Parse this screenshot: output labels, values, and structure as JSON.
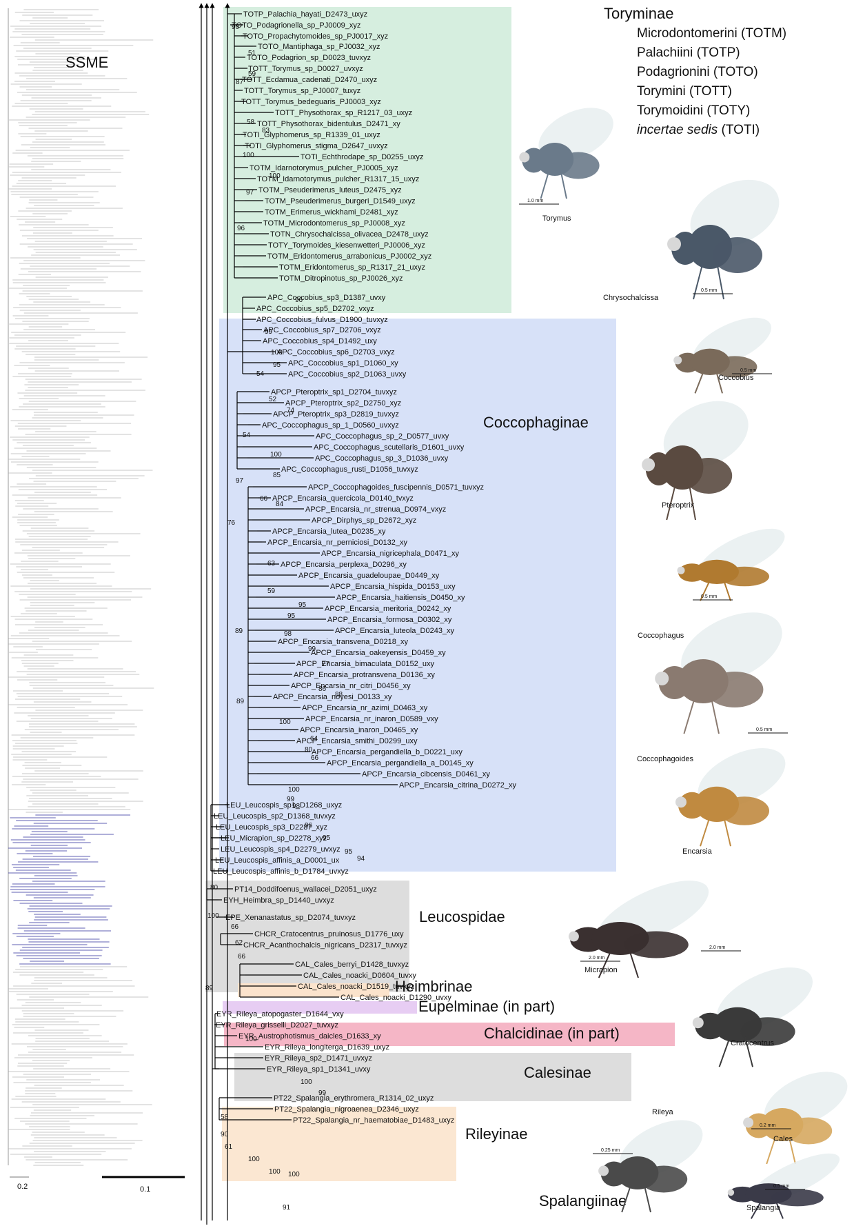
{
  "overview": {
    "label": "SSME",
    "scale_label": "0.2"
  },
  "tree": {
    "scale_label": "0.1"
  },
  "legend": {
    "heading": "Toryminae",
    "tribes": [
      "Microdontomerini (TOTM)",
      "Palachiini (TOTP)",
      "Podagrionini (TOTO)",
      "Torymini (TOTT)",
      "Torymoidini (TOTY)"
    ],
    "incertae_italic": "incertae sedis",
    "incertae_code": " (TOTI)"
  },
  "colors": {
    "toryminae_box": "#d6eedf",
    "coccophaginae_box": "#d7e1f8",
    "gray_box": "#dddddd",
    "heimbrinae_box": "#fbe3cc",
    "eupelminae_box": "#e7cdf3",
    "chalcidinae_box": "#f5b6c6",
    "rileyinae_box": "#fbe7d2",
    "overview_highlight": "#2a2a9a"
  },
  "clades": [
    "Coccophaginae",
    "Leucospidae",
    "Heimbrinae",
    "Eupelminae (in part)",
    "Chalcidinae (in part)",
    "Calesinae",
    "Rileyinae",
    "Spalangiinae"
  ],
  "photos": [
    "Torymus",
    "Chrysochalcissa",
    "Coccobius",
    "Pteroptrix",
    "Coccophagus",
    "Coccophagoides",
    "Encarsia",
    "Micrapion",
    "Cratocentrus",
    "Rileya",
    "Cales",
    "Spalangia"
  ],
  "photo_scales": [
    "1.0 mm",
    "0.5 mm",
    "0.5 mm",
    "0.5 mm",
    "0.5 mm",
    "2.0 mm",
    "2.0 mm",
    "0.25 mm",
    "0.2 mm",
    "0.5 mm"
  ],
  "tips": [
    "TOTP_Palachia_hayati_D2473_uxyz",
    "TOTO_Podagrionella_sp_PJ0009_xyz",
    "TOTO_Propachytomoides_sp_PJ0017_xyz",
    "TOTO_Mantiphaga_sp_PJ0032_xyz",
    "TOTO_Podagrion_sp_D0023_tuvxyz",
    "TOTT_Torymus_sp_D0027_uvxyz",
    "TOTT_Ecdamua_cadenati_D2470_uxyz",
    "TOTT_Torymus_sp_PJ0007_tuxyz",
    "TOTT_Torymus_bedeguaris_PJ0003_xyz",
    "TOTT_Physothorax_sp_R1217_03_uxyz",
    "TOTT_Physothorax_bidentulus_D2471_xy",
    "TOTI_Glyphomerus_sp_R1339_01_uxyz",
    "TOTI_Glyphomerus_stigma_D2647_uvxyz",
    "TOTI_Echthrodape_sp_D0255_uxyz",
    "TOTM_Idarnotorymus_pulcher_PJ0005_xyz",
    "TOTM_Idarnotorymus_pulcher_R1317_15_uxyz",
    "TOTM_Pseuderimerus_luteus_D2475_xyz",
    "TOTM_Pseuderimerus_burgeri_D1549_uxyz",
    "TOTM_Erimerus_wickhami_D2481_xyz",
    "TOTM_Microdontomerus_sp_PJ0008_xyz",
    "TOTN_Chrysochalcissa_olivacea_D2478_uxyz",
    "TOTY_Torymoides_kiesenwetteri_PJ0006_xyz",
    "TOTM_Eridontomerus_arrabonicus_PJ0002_xyz",
    "TOTM_Eridontomerus_sp_R1317_21_uxyz",
    "TOTM_Ditropinotus_sp_PJ0026_xyz",
    "APC_Coccobius_sp3_D1387_uvxy",
    "APC_Coccobius_sp5_D2702_vxyz",
    "APC_Coccobius_fulvus_D1900_tuvxyz",
    "APC_Coccobius_sp7_D2706_vxyz",
    "APC_Coccobius_sp4_D1492_uxy",
    "APC_Coccobius_sp6_D2703_vxyz",
    "APC_Coccobius_sp1_D1060_xy",
    "APC_Coccobius_sp2_D1063_uvxy",
    "APCP_Pteroptrix_sp1_D2704_tuvxyz",
    "APCP_Pteroptrix_sp2_D2750_xyz",
    "APCP_Pteroptrix_sp3_D2819_tuvxyz",
    "APC_Coccophagus_sp_1_D0560_uvxyz",
    "APC_Coccophagus_sp_2_D0577_uvxy",
    "APC_Coccophagus_scutellaris_D1601_uvxy",
    "APC_Coccophagus_sp_3_D1036_uvxy",
    "APC_Coccophagus_rusti_D1056_tuvxyz",
    "APCP_Coccophagoides_fuscipennis_D0571_tuvxyz",
    "APCP_Encarsia_quercicola_D0140_tvxyz",
    "APCP_Encarsia_nr_strenua_D0974_vxyz",
    "APCP_Dirphys_sp_D2672_xyz",
    "APCP_Encarsia_lutea_D0235_xy",
    "APCP_Encarsia_nr_perniciosi_D0132_xy",
    "APCP_Encarsia_nigricephala_D0471_xy",
    "APCP_Encarsia_perplexa_D0296_xy",
    "APCP_Encarsia_guadeloupae_D0449_xy",
    "APCP_Encarsia_hispida_D0153_uxy",
    "APCP_Encarsia_haitiensis_D0450_xy",
    "APCP_Encarsia_meritoria_D0242_xy",
    "APCP_Encarsia_formosa_D0302_xy",
    "APCP_Encarsia_luteola_D0243_xy",
    "APCP_Encarsia_transvena_D0218_xy",
    "APCP_Encarsia_oakeyensis_D0459_xy",
    "APCP_Encarsia_bimaculata_D0152_uxy",
    "APCP_Encarsia_protransvena_D0136_xy",
    "APCP_Encarsia_nr_citri_D0456_xy",
    "APCP_Encarsia_noyesi_D0133_xy",
    "APCP_Encarsia_nr_azimi_D0463_xy",
    "APCP_Encarsia_nr_inaron_D0589_vxy",
    "APCP_Encarsia_inaron_D0465_xy",
    "APCP_Encarsia_smithi_D0299_uxy",
    "APCP_Encarsia_pergandiella_b_D0221_uxy",
    "APCP_Encarsia_pergandiella_a_D0145_xy",
    "APCP_Encarsia_cibcensis_D0461_xy",
    "APCP_Encarsia_citrina_D0272_xy",
    "LEU_Leucospis_sp1_D1268_uxyz",
    "LEU_Leucospis_sp2_D1368_tuvxyz",
    "LEU_Leucospis_sp3_D2287_xyz",
    "LEU_Micrapion_sp_D2278_xyz",
    "LEU_Leucospis_sp4_D2279_uvxyz",
    "LEU_Leucospis_affinis_a_D0001_ux",
    "LEU_Leucospis_affinis_b_D1784_uvxyz",
    "PT14_Doddifoenus_wallacei_D2051_uxyz",
    "EYH_Heimbra_sp_D1440_uvxyz",
    "EPE_Xenanastatus_sp_D2074_tuvxyz",
    "CHCR_Cratocentrus_pruinosus_D1776_uxy",
    "CHCR_Acanthochalcis_nigricans_D2317_tuvxyz",
    "CAL_Cales_berryi_D1428_tuvxyz",
    "CAL_Cales_noacki_D0604_tuvxy",
    "CAL_Cales_noacki_D1519_tuvxyz",
    "CAL_Cales_noacki_D1290_uvxy",
    "EYR_Rileya_atopogaster_D1644_vxy",
    "EYR_Rileya_grisselli_D2027_tuvxyz",
    "EYR_Austrophotismus_daicles_D1633_xy",
    "EYR_Rileya_longiterga_D1639_uxyz",
    "EYR_Rileya_sp2_D1471_uvxyz",
    "EYR_Rileya_sp1_D1341_uvxy",
    "PT22_Spalangia_erythromera_R1314_02_uxyz",
    "PT22_Spalangia_nigroaenea_D2346_uxyz",
    "PT22_Spalangia_nr_haematobiae_D1483_uxyz"
  ],
  "supports": [
    "90",
    "51",
    "59",
    "87",
    "58",
    "83",
    "100",
    "100",
    "97",
    "96",
    "96",
    "99",
    "100",
    "95",
    "54",
    "52",
    "74",
    "54",
    "100",
    "85",
    "97",
    "66",
    "84",
    "76",
    "63",
    "59",
    "95",
    "95",
    "89",
    "98",
    "99",
    "77",
    "86",
    "88",
    "89",
    "100",
    "64",
    "80",
    "66",
    "100",
    "99",
    "98",
    "96",
    "95",
    "95",
    "94",
    "80",
    "100",
    "66",
    "62",
    "66",
    "89",
    "100",
    "100",
    "99",
    "58",
    "90",
    "61",
    "100",
    "100",
    "100",
    "91"
  ]
}
